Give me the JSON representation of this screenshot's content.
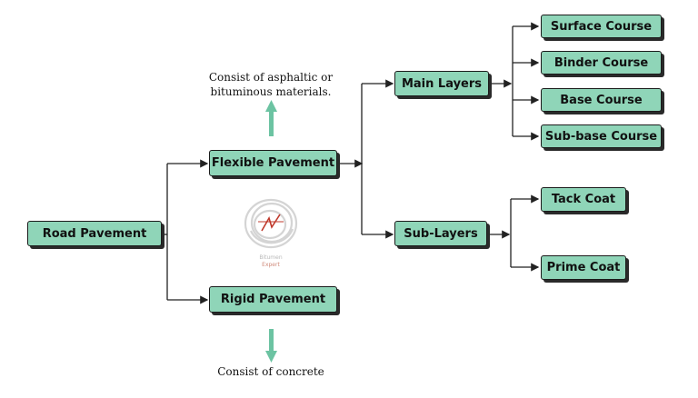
{
  "diagram": {
    "root": "Road Pavement",
    "flexible": "Flexible Pavement",
    "rigid": "Rigid Pavement",
    "main_layers": "Main Layers",
    "sub_layers": "Sub-Layers",
    "surface_course": "Surface Course",
    "binder_course": "Binder Course",
    "base_course": "Base Course",
    "subbase_course": "Sub-base Course",
    "tack_coat": "Tack Coat",
    "prime_coat": "Prime Coat",
    "flexible_note_line1": "Consist of asphaltic or",
    "flexible_note_line2": "bituminous materials.",
    "rigid_note": "Consist of concrete"
  },
  "logo": {
    "line1": "Bitumen",
    "line2": "Expert"
  },
  "colors": {
    "node_fill": "#8fd5b8",
    "node_border": "#1b1b1b",
    "connector": "#222222",
    "arrow": "#6cc3a2",
    "logo_mark": "#c0392b"
  }
}
